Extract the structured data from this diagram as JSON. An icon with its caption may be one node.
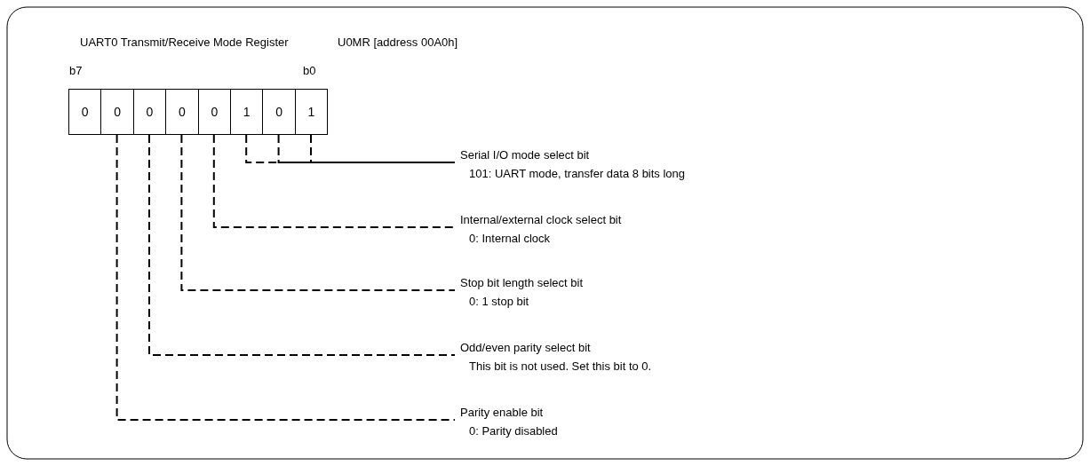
{
  "diagram": {
    "nodes": [
      {
        "text": [
          "0"
        ]
      },
      {
        "text": [
          "0"
        ]
      },
      {
        "text": [
          "0"
        ]
      },
      {
        "text": [
          "0"
        ]
      },
      {
        "text": [
          "0"
        ]
      },
      {
        "text": [
          "1"
        ]
      },
      {
        "text": [
          "0"
        ]
      },
      {
        "text": [
          "1"
        ]
      },
      {
        "text": [
          "Serial I/O mode select bit",
          "101: UART mode, transfer data 8 bits long"
        ]
      },
      {
        "text": [
          "Internal/external clock select bit",
          "0: Internal clock"
        ]
      },
      {
        "text": [
          "Stop bit length select bit",
          "0: 1 stop bit"
        ]
      },
      {
        "text": [
          "Odd/even parity select bit",
          "This bit is not used. Set this bit to 0."
        ]
      },
      {
        "text": [
          "Parity enable bit",
          "0: Parity disabled"
        ]
      }
    ],
    "edges": [
      {
        "from": 7,
        "to": 8,
        "arrow": "none",
        "style": "dashed"
      },
      {
        "from": 6,
        "to": 8,
        "arrow": "none",
        "style": "dashed"
      },
      {
        "from": 5,
        "to": 8,
        "arrow": "none",
        "style": "dashed"
      },
      {
        "from": 4,
        "to": 9,
        "arrow": "none",
        "style": "dashed"
      },
      {
        "from": 3,
        "to": 10,
        "arrow": "none",
        "style": "dashed"
      },
      {
        "from": 2,
        "to": 11,
        "arrow": "none",
        "style": "dashed"
      },
      {
        "from": 1,
        "to": 12,
        "arrow": "none",
        "style": "dashed"
      }
    ],
    "labels": [
      "UART0 Transmit/Receive Mode Register",
      "U0MR [address 00A0h]",
      "b7",
      "b0"
    ]
  }
}
